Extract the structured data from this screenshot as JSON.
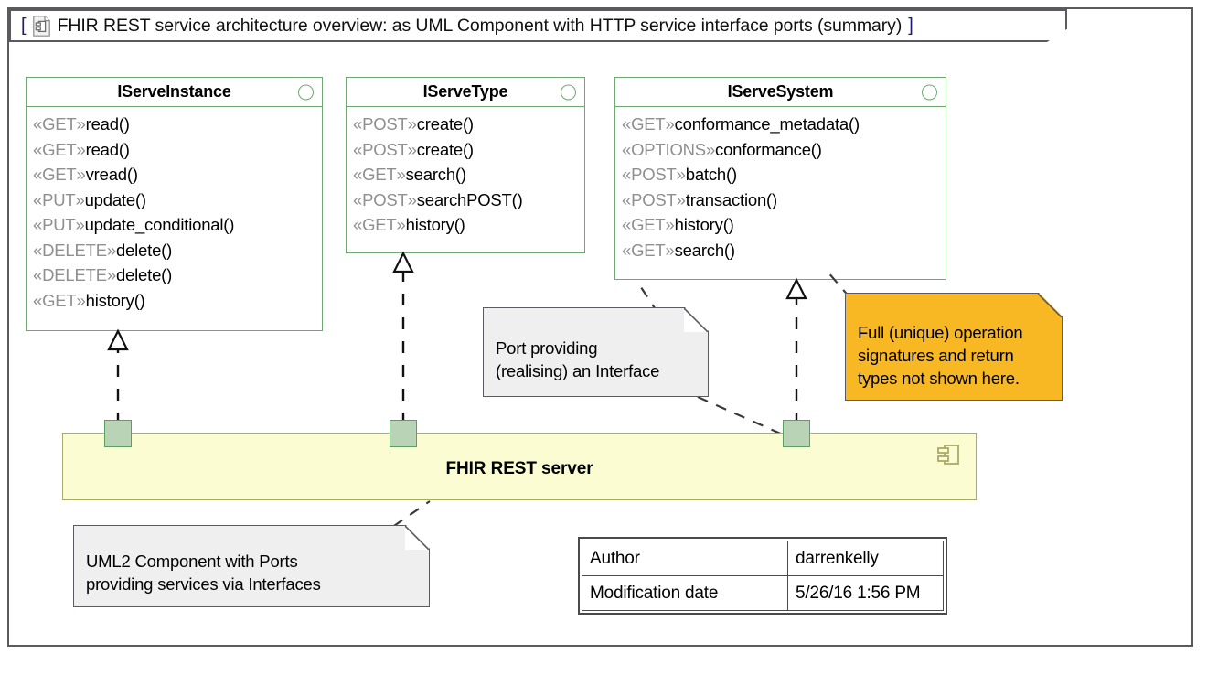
{
  "diagram": {
    "title": "FHIR REST service architecture overview: as UML Component with HTTP service interface ports (summary)",
    "bracket_open": "[",
    "bracket_close": "]",
    "title_icon": "uml-component-document-icon"
  },
  "colors": {
    "interface_border": "#6fa870",
    "component_fill": "#fcfcd2",
    "component_border": "#a9a968",
    "port_fill": "#b9d3b6",
    "port_border": "#5f9e63",
    "note_gray": "#efefef",
    "note_orange": "#f7b824",
    "frame_border": "#5a5a60",
    "stereotype_text": "#8f8f8f",
    "title_bracket": "#1a1a7a"
  },
  "interfaces": [
    {
      "name": "IServeInstance",
      "operations": [
        {
          "stereotype": "«GET»",
          "name": "read()"
        },
        {
          "stereotype": "«GET»",
          "name": "read()"
        },
        {
          "stereotype": "«GET»",
          "name": "vread()"
        },
        {
          "stereotype": "«PUT»",
          "name": "update()"
        },
        {
          "stereotype": "«PUT»",
          "name": "update_conditional()"
        },
        {
          "stereotype": "«DELETE»",
          "name": "delete()"
        },
        {
          "stereotype": "«DELETE»",
          "name": "delete()"
        },
        {
          "stereotype": "«GET»",
          "name": "history()"
        }
      ]
    },
    {
      "name": "IServeType",
      "operations": [
        {
          "stereotype": "«POST»",
          "name": "create()"
        },
        {
          "stereotype": "«POST»",
          "name": "create()"
        },
        {
          "stereotype": "«GET»",
          "name": "search()"
        },
        {
          "stereotype": "«POST»",
          "name": "searchPOST()"
        },
        {
          "stereotype": "«GET»",
          "name": "history()"
        }
      ]
    },
    {
      "name": "IServeSystem",
      "operations": [
        {
          "stereotype": "«GET»",
          "name": "conformance_metadata()"
        },
        {
          "stereotype": "«OPTIONS»",
          "name": "conformance()"
        },
        {
          "stereotype": "«POST»",
          "name": "batch()"
        },
        {
          "stereotype": "«POST»",
          "name": "transaction()"
        },
        {
          "stereotype": "«GET»",
          "name": "history()"
        },
        {
          "stereotype": "«GET»",
          "name": "search()"
        }
      ]
    }
  ],
  "component": {
    "name": "FHIR REST server",
    "icon": "uml-component-icon",
    "ports": [
      {
        "label": "port-serve-instance"
      },
      {
        "label": "port-serve-type"
      },
      {
        "label": "port-serve-system"
      }
    ]
  },
  "notes": [
    {
      "id": "note-port-interface",
      "lines": [
        "Port providing",
        "(realising) an Interface"
      ],
      "color": "gray"
    },
    {
      "id": "note-signatures",
      "lines": [
        "Full (unique) operation",
        "signatures and return",
        "types not shown here."
      ],
      "color": "orange"
    },
    {
      "id": "note-component-ports",
      "lines": [
        "UML2 Component with Ports",
        "providing services via Interfaces"
      ],
      "color": "gray"
    }
  ],
  "info_table": {
    "rows": [
      {
        "key": "Author",
        "value": "darrenkelly"
      },
      {
        "key": "Modification date",
        "value": "5/26/16 1:56 PM"
      }
    ]
  }
}
